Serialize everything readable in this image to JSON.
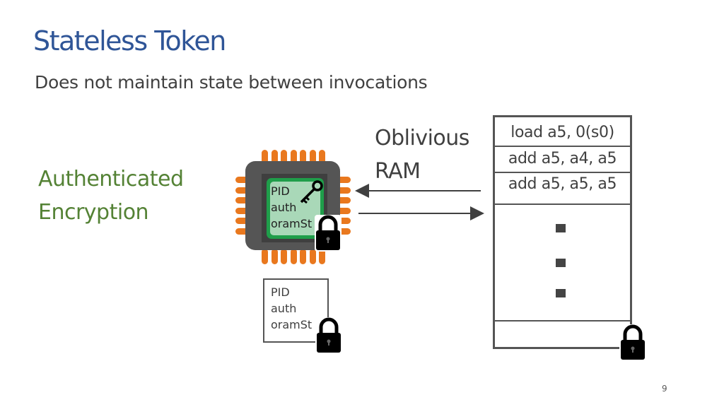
{
  "slide": {
    "title": "Stateless Token",
    "subtitle": "Does not maintain state between invocations",
    "page_number": "9"
  },
  "left_label": {
    "line1": "Authenticated",
    "line2": "Encryption"
  },
  "arrow_label": {
    "line1": "Oblivious",
    "line2": "RAM"
  },
  "chip": {
    "fields": [
      "PID",
      "auth",
      "oramSt"
    ]
  },
  "external_state": {
    "fields": [
      "PID",
      "auth",
      "oramSt"
    ]
  },
  "memory": {
    "instructions": [
      "load a5, 0(s0)",
      "add a5, a4, a5",
      "add a5, a5, a5"
    ]
  },
  "colors": {
    "title": "#2f5597",
    "accent_green": "#548235",
    "pins": "#e9781e"
  }
}
